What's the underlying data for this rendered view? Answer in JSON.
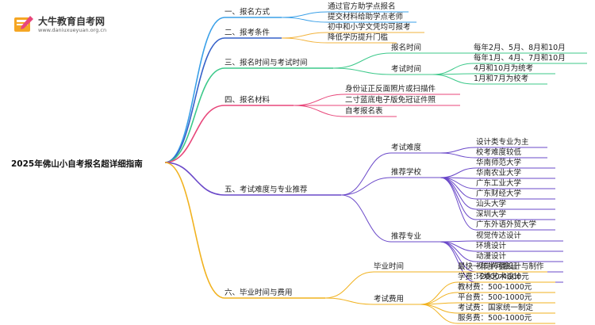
{
  "logo": {
    "name": "大牛教育自考网",
    "url": "www.daniuxueyuan.org.cn"
  },
  "root": "2025年佛山小自考报名超详细指南",
  "colors": {
    "blue": "#3aa0e8",
    "darkblue": "#3561c9",
    "orange": "#f2b33c",
    "green": "#3cc98a",
    "pink": "#e8467a",
    "purple": "#6a48c9",
    "gold": "#f1b21f"
  },
  "branches": {
    "b1": {
      "label": "一、报名方式",
      "items": [
        "通过官方助学点报名",
        "提交材料给助学点老师"
      ]
    },
    "b2": {
      "label": "二、报考条件",
      "items": [
        "初中和小学文凭均可报考",
        "降低学历提升门槛"
      ]
    },
    "b3": {
      "label": "三、报名时间与考试时间",
      "reg": {
        "label": "报名时间",
        "value": "每年2月、5月、8月和10月"
      },
      "exam": {
        "label": "考试时间",
        "items": [
          "每年1月、4月、7月和10月",
          "4月和10月为统考",
          "1月和7月为校考"
        ]
      }
    },
    "b4": {
      "label": "四、报名材料",
      "items": [
        "身份证正反面照片或扫描件",
        "二寸蓝底电子版免冠证件照",
        "自考报名表"
      ]
    },
    "b5": {
      "label": "五、考试难度与专业推荐",
      "difficulty": {
        "label": "考试难度",
        "items": [
          "设计类专业为主",
          "校考难度较低"
        ]
      },
      "schools": {
        "label": "推荐学校",
        "items": [
          "华南师范大学",
          "华南农业大学",
          "广东工业大学",
          "广东财经大学",
          "汕头大学",
          "深圳大学",
          "广东外语外贸大学"
        ]
      },
      "majors": {
        "label": "推荐专业",
        "items": [
          "视觉传达设计",
          "环境设计",
          "动漫设计",
          "视觉传播设计与制作",
          "环境艺术设计"
        ]
      }
    },
    "b6": {
      "label": "六、毕业时间与费用",
      "grad": {
        "label": "毕业时间",
        "value": "最快一年半可拿证"
      },
      "fees": {
        "label": "考试费用",
        "items": [
          "学费：2000-4000元",
          "教材费：500-1000元",
          "平台费：500-1000元",
          "考试费：国家统一制定",
          "服务费：500-1000元"
        ]
      }
    }
  }
}
